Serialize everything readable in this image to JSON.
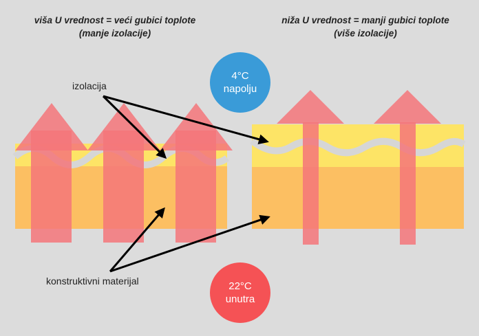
{
  "headings": {
    "left_line1": "viša U vrednost = veći gubici toplote",
    "left_line2": "(manje izolacije)",
    "right_line1": "niža U vrednost = manji gubici toplote",
    "right_line2": "(više izolacije)"
  },
  "outside": {
    "temp": "4°C",
    "label": "napolju"
  },
  "inside": {
    "temp": "22°C",
    "label": "unutra"
  },
  "labels": {
    "insulation": "izolacija",
    "material": "konstruktivni materijal"
  },
  "colors": {
    "background": "#dcdcdc",
    "material": "#fcbf62",
    "insulation": "#fde466",
    "heat_arrow": "#f5767a",
    "outside_circle": "#3a9bd8",
    "inside_circle": "#f55255",
    "pointer": "#000000"
  }
}
